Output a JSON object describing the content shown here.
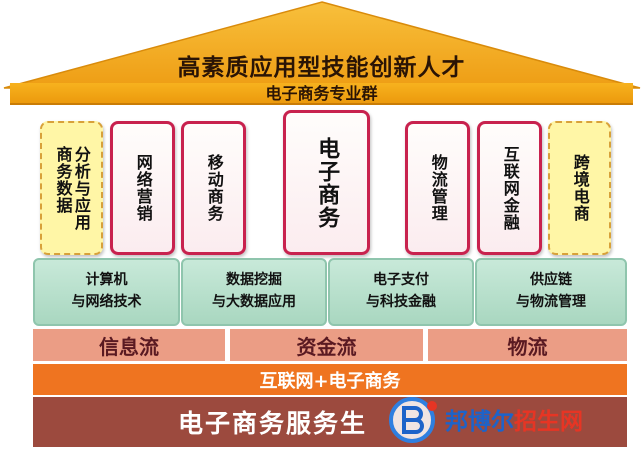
{
  "roof": {
    "title": "高素质应用型技能创新人才",
    "group": "电子商务专业群"
  },
  "pillars": [
    {
      "text": "分析与应用\n商务数据",
      "style": "dashed"
    },
    {
      "text": "网络营销",
      "style": "solid"
    },
    {
      "text": "移动商务",
      "style": "solid"
    },
    {
      "text": "电子商务",
      "style": "solid-large"
    },
    {
      "text": "物流管理",
      "style": "solid"
    },
    {
      "text": "互联网金融",
      "style": "solid"
    },
    {
      "text": "跨境电商",
      "style": "dashed"
    }
  ],
  "foundations": [
    "计算机\n与网络技术",
    "数据挖掘\n与大数据应用",
    "电子支付\n与科技金融",
    "供应链\n与物流管理"
  ],
  "flows": [
    "信息流",
    "资金流",
    "物流"
  ],
  "band": "互联网+电子商务",
  "base": "电子商务服务生",
  "watermark": {
    "part1": "邦博尔",
    "part2": "招生网"
  },
  "colors": {
    "roof": "#f2a81c",
    "pillar_border": "#c8224e",
    "pillar_dashed_fill": "#fff6a6",
    "foundation": "#b8dfcc",
    "flow": "#eb9d85",
    "band": "#ef7420",
    "base": "#9c4a3e"
  }
}
